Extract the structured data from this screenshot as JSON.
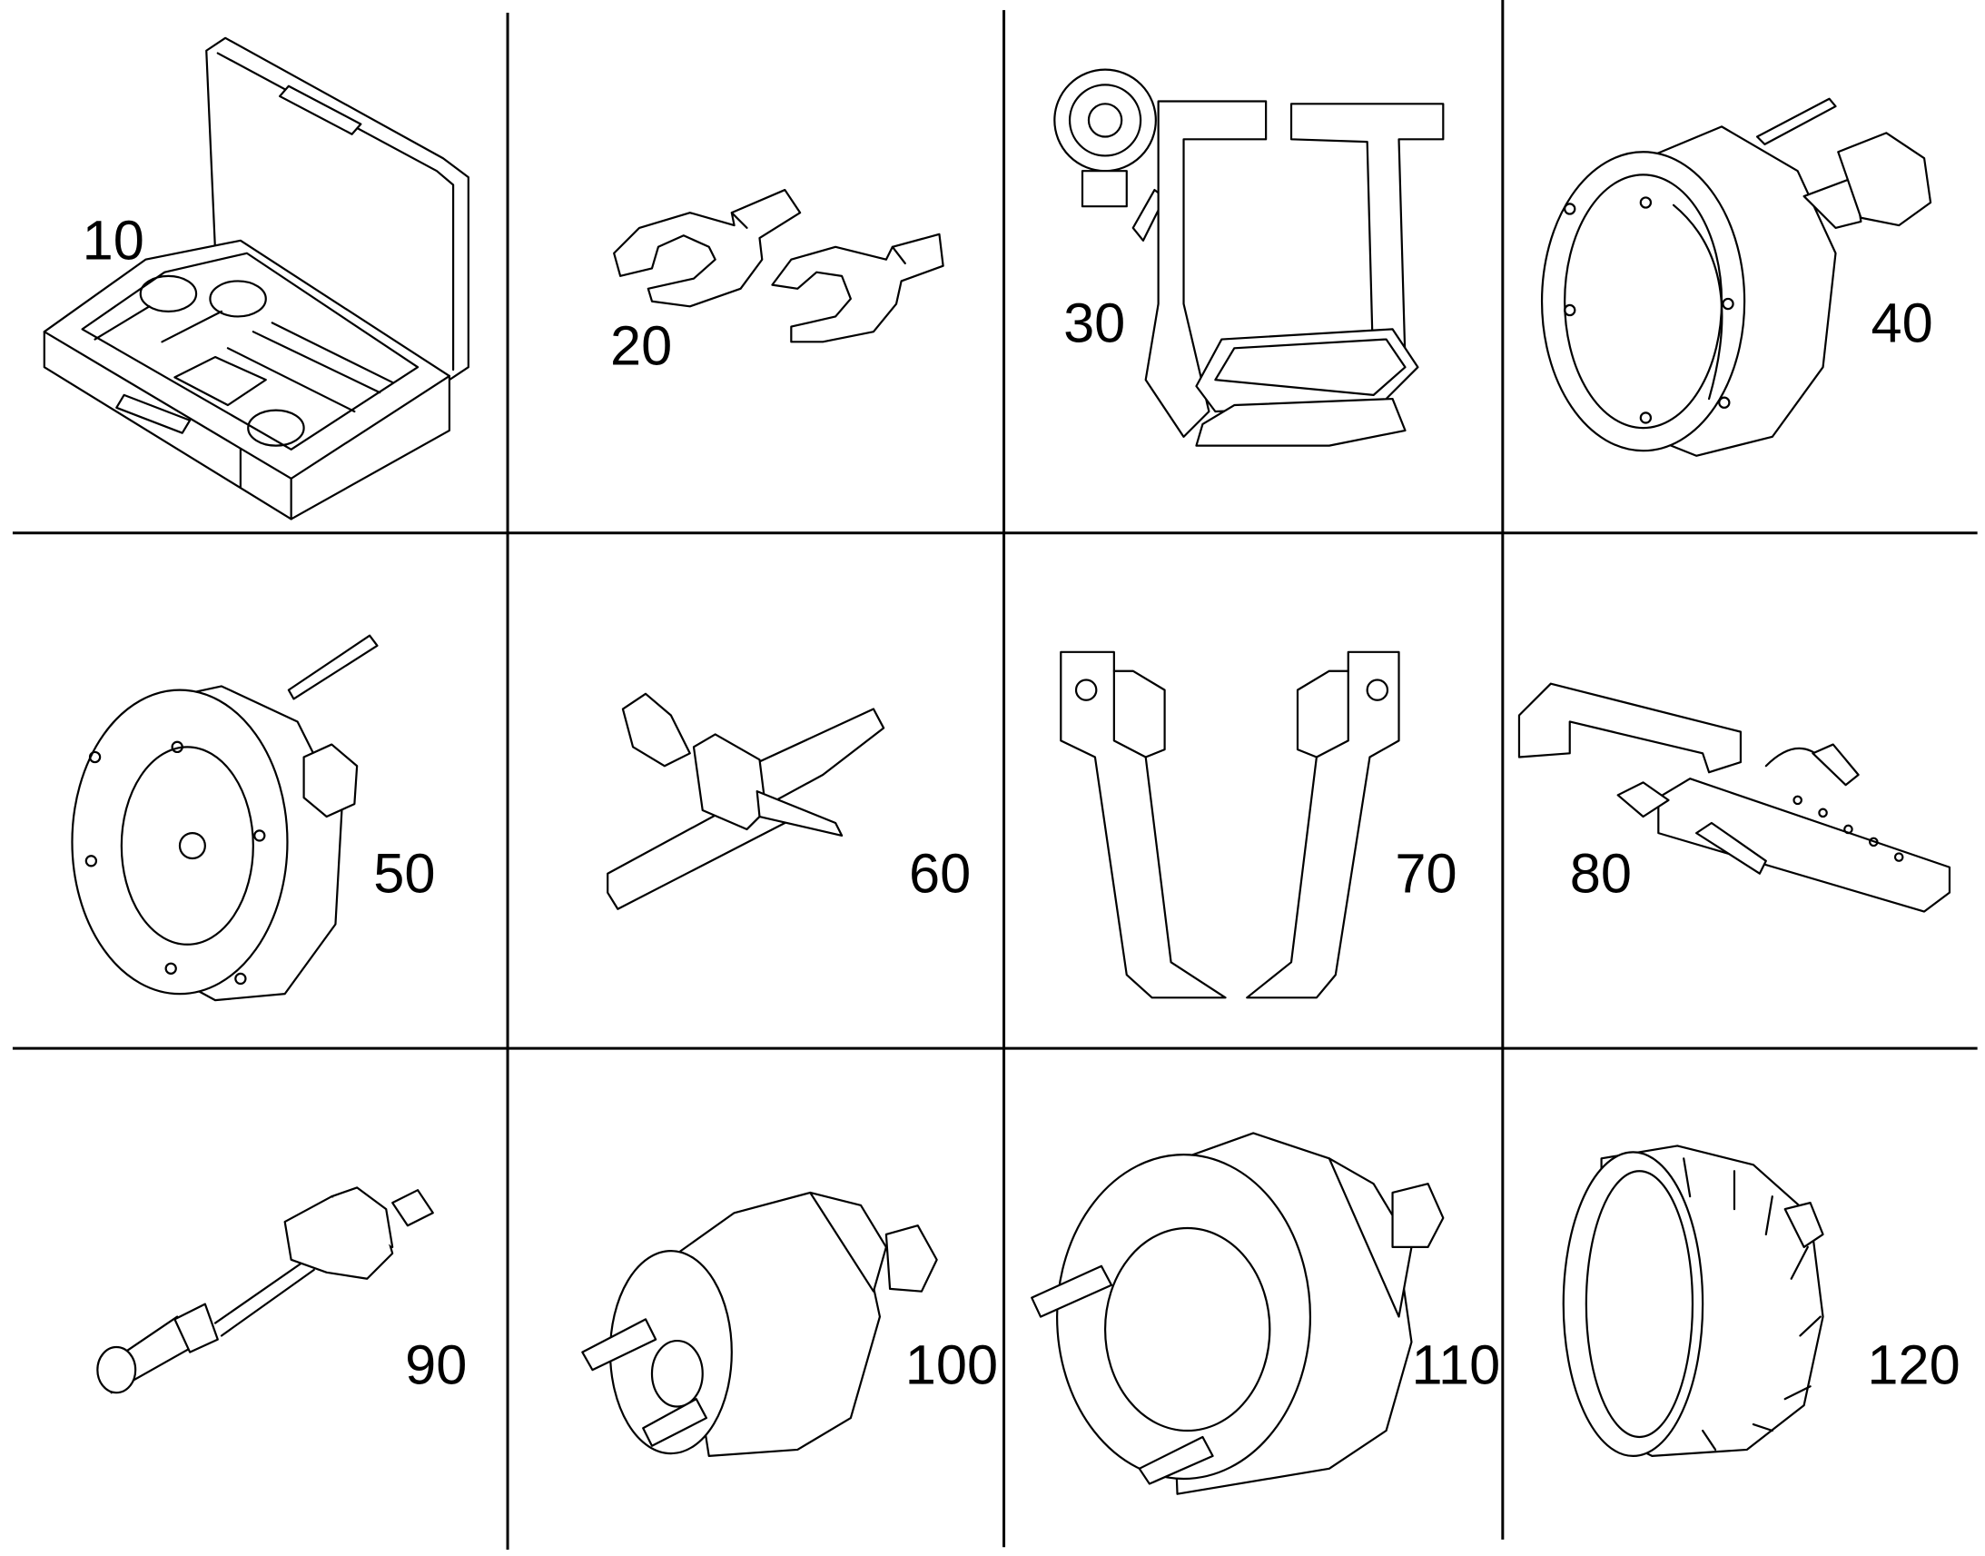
{
  "figure": {
    "columns": 4,
    "rows": 3,
    "line_color": "#000000",
    "background": "#ffffff"
  },
  "items": [
    {
      "label": "10",
      "icon": "tool-case-icon"
    },
    {
      "label": "20",
      "icon": "crowfoot-wrench-inserts-icon"
    },
    {
      "label": "30",
      "icon": "support-fixture-icon"
    },
    {
      "label": "40",
      "icon": "puller-bell-icon"
    },
    {
      "label": "50",
      "icon": "puller-disc-icon"
    },
    {
      "label": "60",
      "icon": "t-bar-puller-icon"
    },
    {
      "label": "70",
      "icon": "puller-jaws-icon"
    },
    {
      "label": "80",
      "icon": "gauge-bracket-icon"
    },
    {
      "label": "90",
      "icon": "slide-hammer-icon"
    },
    {
      "label": "100",
      "icon": "pin-puller-small-icon"
    },
    {
      "label": "110",
      "icon": "pin-puller-large-icon"
    },
    {
      "label": "120",
      "icon": "filter-socket-icon"
    }
  ]
}
